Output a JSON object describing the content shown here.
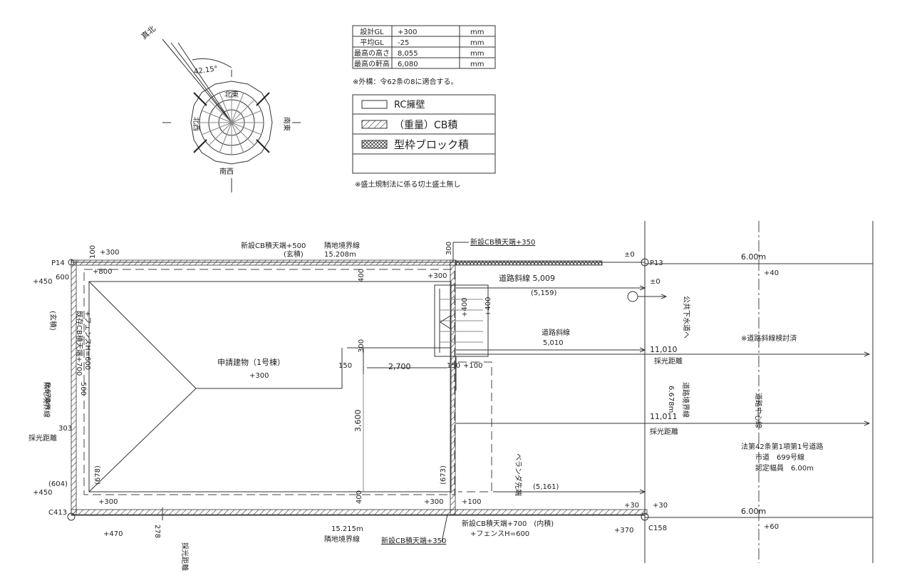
{
  "compass": {
    "true_north": "真北",
    "angle": "42.15°",
    "north_east": "北東",
    "south_east": "南東",
    "south_west": "南西",
    "north_west": "北西"
  },
  "spec_table": [
    {
      "label": "設計GL",
      "value": "+300",
      "unit": "mm"
    },
    {
      "label": "平均GL",
      "value": "-25",
      "unit": "mm"
    },
    {
      "label": "最高の高さ",
      "value": "8,055",
      "unit": "mm"
    },
    {
      "label": "最高の軒高",
      "value": "6,080",
      "unit": "mm"
    }
  ],
  "note_exterior": "※外構：令62条の8に適合する。",
  "legend": [
    {
      "label": "RC擁壁",
      "pattern": "plain"
    },
    {
      "label": "（重量）CB積",
      "pattern": "hatch"
    },
    {
      "label": "型枠ブロック積",
      "pattern": "cross"
    },
    {
      "label": "",
      "pattern": "empty"
    }
  ],
  "note_earthwork": "※盛土規制法に係る切土盛土無し",
  "plan": {
    "top_wall_note": "新設CB積天端+500",
    "top_wall_note2": "(玄積)",
    "boundary_top": "隣地境界線",
    "boundary_top_len": "15.208m",
    "new_cb_top": "新設CB積天端+350",
    "p14": "P14",
    "p13": "P13",
    "c413": "C413",
    "c158": "C158",
    "pm0_a": "±0",
    "pm0_b": "±0",
    "plus300_tl": "+300",
    "plus800": "+800",
    "plus300_mid": "+300",
    "lvl450_top": "+450",
    "lvl450_bot": "+450",
    "n600": "600",
    "n604": "(604)",
    "left_note": "既存CB積天端+700",
    "left_note2": "+フェンスH=600",
    "left_note3": "(玄積)",
    "left_boundary": "隣地境界線",
    "left_boundary_len": "6.678m",
    "n500": "500",
    "n303": "303",
    "saikou_left": "採光距離",
    "road_slant1": "道路斜線 5,009",
    "road_slant1_b": "(5,159)",
    "road_slant2": "道路斜線",
    "road_slant2_v": "5,010",
    "building": "申請建物（1号棟）",
    "building_lvl": "+300",
    "dim_2700": "2,700",
    "dim_3600": "3,600",
    "n150a": "150",
    "n150b": "150",
    "n400": "400",
    "n100a": "+100",
    "n100b": "+100",
    "n300v": "300",
    "n400v": "400",
    "n300c": "300",
    "dim_plus400": "+400",
    "dim_plus400b": "+400",
    "n678": "(678)",
    "n673": "(673)",
    "n400b": "400",
    "veranda": "ベランダ先端",
    "dim_5161": "(5,161)",
    "plus300_bot": "+300",
    "plus300_bot2": "+300",
    "sewer": "公共下水道へ",
    "dim_11010": "11,010",
    "saikou1": "採光距離",
    "dim_11011": "11,011",
    "saikou2": "採光距離",
    "road_boundary": "道路境界線",
    "road_boundary_len": "6.678m",
    "road_center": "道路中心線",
    "road_check": "※道路斜線検討済",
    "road_width_top": "6.00m",
    "road_width_bot": "6.00m",
    "lvl_plus40": "+40",
    "lvl_plus60": "+60",
    "lvl_plus30a": "+30",
    "lvl_plus30b": "+30",
    "road_law": "法第42条第1項第1号道路",
    "road_city": "市道　699号線",
    "road_width_cert": "認定幅員　6.00m",
    "bottom_boundary_len": "15.215m",
    "bottom_boundary": "隣地境界線",
    "bottom_new_cb": "新設CB積天端+350",
    "bottom_new_cb2": "新設CB積天端+700　(内積)",
    "bottom_fence": "+フェンスH=600",
    "n470": "+470",
    "n370": "+370",
    "n278": "278",
    "saikou_bottom": "採光距離"
  }
}
